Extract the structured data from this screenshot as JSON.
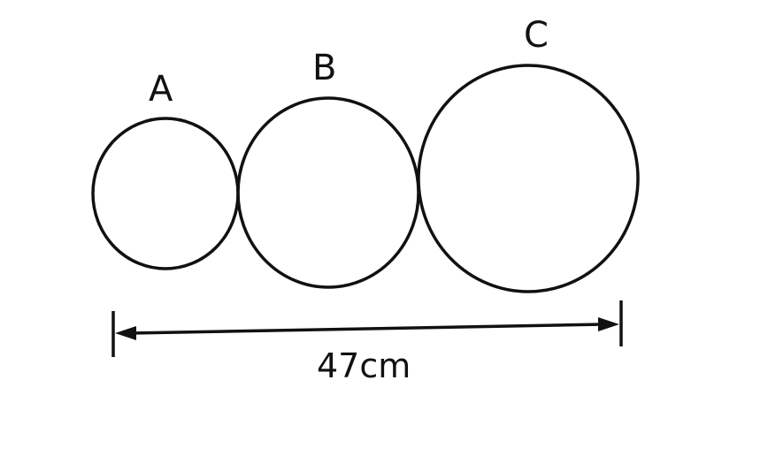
{
  "circles": [
    {
      "label": "A"
    },
    {
      "label": "B"
    },
    {
      "label": "C"
    }
  ],
  "dimension": {
    "text": "47cm"
  }
}
